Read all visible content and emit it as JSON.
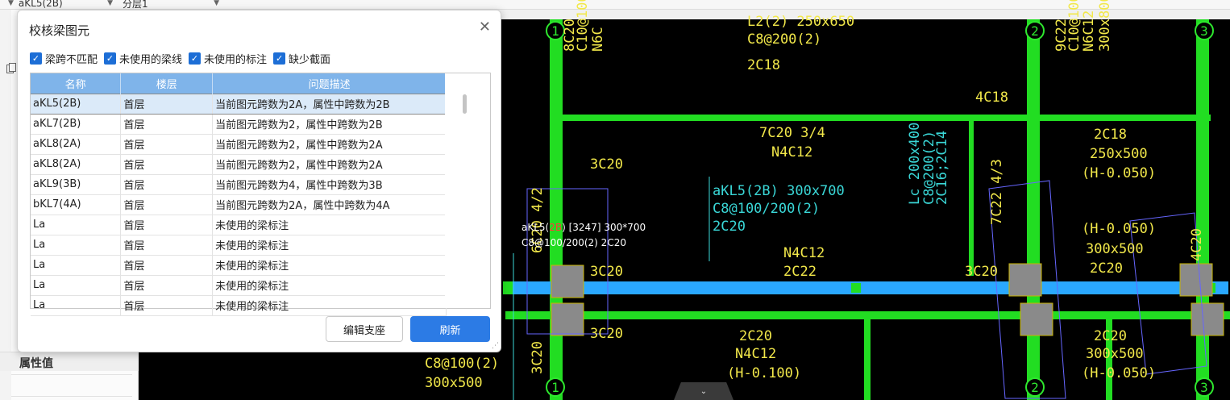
{
  "toolbar": {
    "component_combo": "aKL5(2B)",
    "floor_combo": "分层1"
  },
  "left_panel": {
    "property_header": "属性值"
  },
  "dialog": {
    "title": "校核梁图元",
    "filters": [
      {
        "label": "梁跨不匹配",
        "checked": true
      },
      {
        "label": "未使用的梁线",
        "checked": true
      },
      {
        "label": "未使用的标注",
        "checked": true
      },
      {
        "label": "缺少截面",
        "checked": true
      }
    ],
    "columns": [
      "名称",
      "楼层",
      "问题描述"
    ],
    "rows": [
      {
        "name": "aKL5(2B)",
        "floor": "首层",
        "desc": "当前图元跨数为2A，属性中跨数为2B"
      },
      {
        "name": "aKL7(2B)",
        "floor": "首层",
        "desc": "当前图元跨数为2，属性中跨数为2B"
      },
      {
        "name": "aKL8(2A)",
        "floor": "首层",
        "desc": "当前图元跨数为2，属性中跨数为2A"
      },
      {
        "name": "aKL8(2A)",
        "floor": "首层",
        "desc": "当前图元跨数为2，属性中跨数为2A"
      },
      {
        "name": "aKL9(3B)",
        "floor": "首层",
        "desc": "当前图元跨数为4，属性中跨数为3B"
      },
      {
        "name": "bKL7(4A)",
        "floor": "首层",
        "desc": "当前图元跨数为2A，属性中跨数为4A"
      },
      {
        "name": "La",
        "floor": "首层",
        "desc": "未使用的梁标注"
      },
      {
        "name": "La",
        "floor": "首层",
        "desc": "未使用的梁标注"
      },
      {
        "name": "La",
        "floor": "首层",
        "desc": "未使用的梁标注"
      },
      {
        "name": "La",
        "floor": "首层",
        "desc": "未使用的梁标注"
      },
      {
        "name": "La",
        "floor": "首层",
        "desc": "未使用的梁标注"
      }
    ],
    "edit_support_button": "编辑支座",
    "refresh_button": "刷新"
  },
  "tooltip": {
    "line1_prefix": "aKL5(",
    "line1_hl": "2B",
    "line1_suffix": ") [3247] 300*700",
    "line2": "C8@100/200(2) 2C20"
  },
  "cad_labels": {
    "axis": [
      "1",
      "2",
      "3",
      "1",
      "2",
      "3"
    ],
    "texts": [
      "L2(2) 250x650",
      "C8@200(2)",
      "2C18",
      "8C20",
      "C10@100/",
      "N6C",
      "9C22",
      "C10@100",
      "N6C12",
      "300x800",
      "4C18",
      "7C20 3/4",
      "N4C12",
      "3C20",
      "aKL5(2B) 300x700",
      "C8@100/200(2)",
      "2C20",
      "Lc 200x400",
      "C8@200(2)",
      "2C16;2C14",
      "7C22 4/3",
      "2C18",
      "250x500",
      "(H-0.050)",
      "N4C12",
      "2C22",
      "3C20",
      "3C20",
      "(H-0.050)",
      "300x500",
      "2C20",
      "4C20",
      "3C20",
      "2C20",
      "N4C12",
      "(H-0.100)",
      "2C20",
      "300x500",
      "(H-0.050)",
      "C8@100(2)",
      "300x500",
      "3C20",
      "6C20 4/2"
    ]
  },
  "colors": {
    "beam_green": "#22dd22",
    "beam_selected": "#2aa8ff",
    "cad_text_yellow": "#f2e84a",
    "cad_text_cyan": "#3ad7d7",
    "axis_green": "#2ee82e"
  }
}
